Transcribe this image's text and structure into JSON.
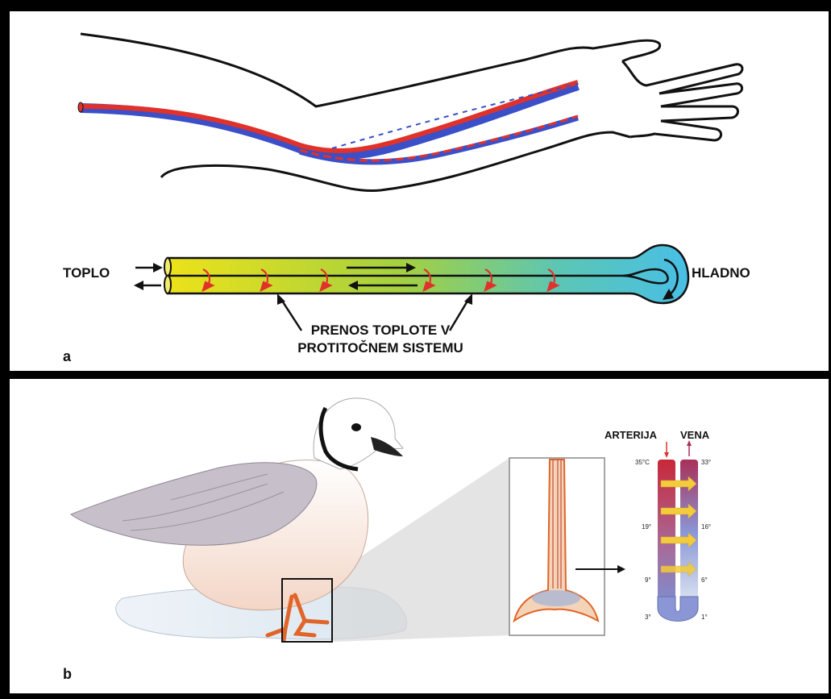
{
  "panel_a": {
    "warm_label": "TOPLO",
    "cold_label": "HLADNO",
    "caption_line1": "PRENOS TOPLOTE V",
    "caption_line2": "PROTITOČNEM SISTEMU",
    "panel_letter": "a"
  },
  "panel_b": {
    "artery_label": "ARTERIJA",
    "vein_label": "VENA",
    "artery_temps": [
      "35°C",
      "19°",
      "9°",
      "3°"
    ],
    "vein_temps": [
      "33°",
      "16°",
      "6°",
      "1°"
    ],
    "panel_letter": "b"
  },
  "colors": {
    "artery_red": "#e0322a",
    "vein_blue": "#3a4fc8",
    "warm_yellow": "#e8e020",
    "cold_cyan": "#4cc4e8"
  }
}
